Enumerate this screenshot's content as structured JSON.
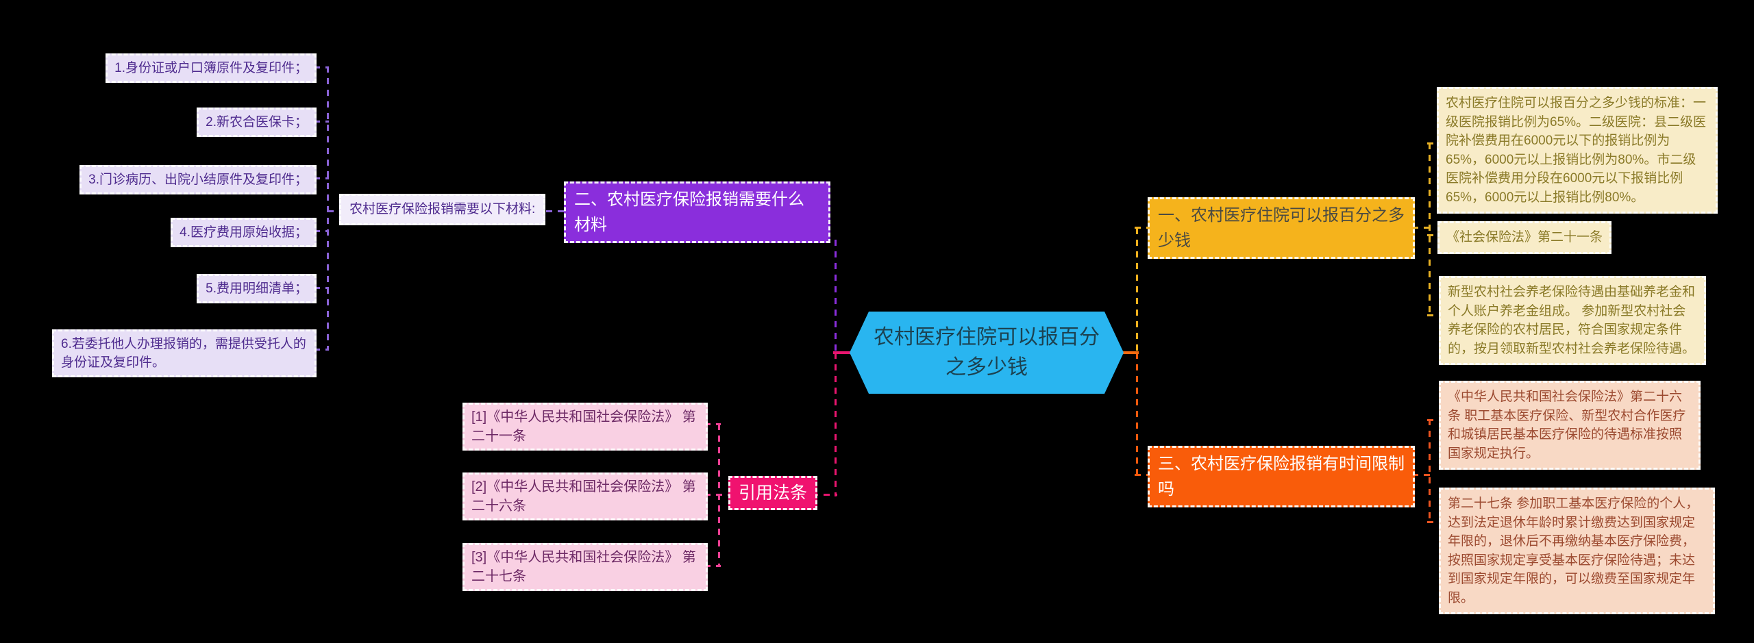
{
  "central": {
    "label": "农村医疗住院可以报百分之多少钱"
  },
  "materials": {
    "heading": "二、农村医疗保险报销需要什么材料",
    "intro": "农村医疗保险报销需要以下材料:",
    "items": [
      "1.身份证或户口簿原件及复印件；",
      "2.新农合医保卡；",
      "3.门诊病历、出院小结原件及复印件；",
      "4.医疗费用原始收据；",
      "5.费用明细清单；",
      "6.若委托他人办理报销的，需提供受托人的身份证及复印件。"
    ]
  },
  "laws": {
    "heading": "引用法条",
    "items": [
      "[1]《中华人民共和国社会保险法》 第二十一条",
      "[2]《中华人民共和国社会保险法》 第二十六条",
      "[3]《中华人民共和国社会保险法》 第二十七条"
    ]
  },
  "percentage": {
    "heading": "一、农村医疗住院可以报百分之多少钱",
    "details": [
      "农村医疗住院可以报百分之多少钱的标准：一级医院报销比例为65%。二级医院：县二级医院补偿费用在6000元以下的报销比例为65%，6000元以上报销比例为80%。市二级医院补偿费用分段在6000元以下报销比例65%，6000元以上报销比例80%。",
      "《社会保险法》第二十一条",
      "新型农村社会养老保险待遇由基础养老金和个人账户养老金组成。 参加新型农村社会养老保险的农村居民，符合国家规定条件的，按月领取新型农村社会养老保险待遇。"
    ]
  },
  "time_limit": {
    "heading": "三、农村医疗保险报销有时间限制吗",
    "details": [
      "《中华人民共和国社会保险法》第二十六条 职工基本医疗保险、新型农村合作医疗和城镇居民基本医疗保险的待遇标准按照国家规定执行。",
      "第二十七条 参加职工基本医疗保险的个人，达到法定退休年龄时累计缴费达到国家规定年限的，退休后不再缴纳基本医疗保险费，按照国家规定享受基本医疗保险待遇；未达到国家规定年限的，可以缴费至国家规定年限。"
    ]
  },
  "colors": {
    "background": "#000000",
    "central_node": "#29B5F0",
    "materials_heading": "#8A2EDC",
    "materials_item_bg": "#E7DFF6",
    "laws_heading": "#F0126F",
    "laws_item_bg": "#F9D0E3",
    "percentage_heading": "#F5B31C",
    "percentage_detail_bg": "#F8ECC8",
    "time_limit_heading": "#F95C0A",
    "time_limit_detail_bg": "#F8D9C5",
    "branch_purple": "#8A2EDC",
    "branch_pink": "#E9156F",
    "branch_yellow": "#F0B01E",
    "branch_orange": "#F3590D"
  }
}
